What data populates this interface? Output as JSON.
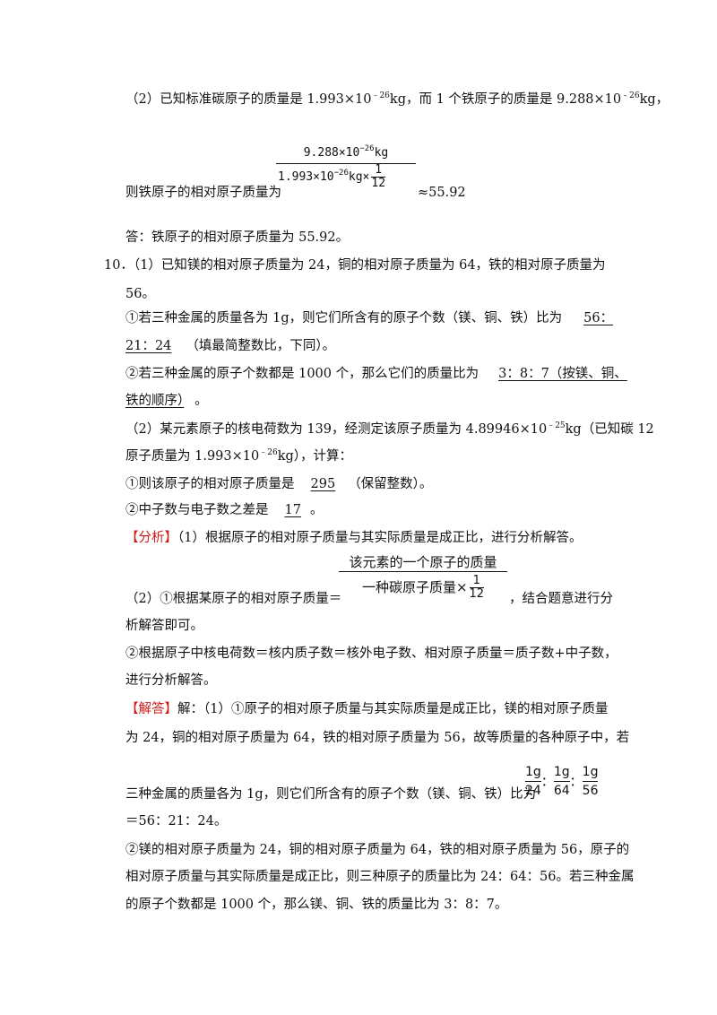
{
  "p2_given": {
    "prefix": "（2）已知标准碳原子的质量是 1.993×10",
    "exp1": "﹣26",
    "mid": "kg，而 1 个铁原子的质量是 9.288×10",
    "exp2": "﹣26",
    "suffix": "kg，"
  },
  "p2_formula": {
    "num_base": "9.288×10",
    "num_exp": "−26",
    "num_unit": "kg",
    "den_base": "1.993×10",
    "den_exp": "−26",
    "den_unit": "kg×",
    "den_frac_num": "1",
    "den_frac_den": "12",
    "lead": "则铁原子的相对原子质量为",
    "trail": "≈55.92"
  },
  "p2_answer": "答：铁原子的相对原子质量为 55.92。",
  "q10": {
    "line1": "10．（1）已知镁的相对原子质量为 24，铜的相对原子质量为 64，铁的相对原子质量为",
    "line2": "56。",
    "item1_text": "①若三种金属的质量各为 1g，则它们所含有的原子个数（镁、铜、铁）比为",
    "item1_ans_a": "56：",
    "item1_ans_b": "21：24",
    "item1_tail": "（填最简整数比，下同）。",
    "item2_text": "②若三种金属的原子个数都是 1000 个，那么它们的质量比为",
    "item2_ans_a": "3：8：7（按镁、铜、",
    "item2_ans_b": "铁的顺序）",
    "item2_tail": "。",
    "part2_line1_prefix": "（2）某元素原子的核电荷数为 139，经测定该原子质量为 4.89946×10",
    "part2_line1_exp": "﹣25",
    "part2_line1_suffix": "kg（已知碳 12",
    "part2_line2_prefix": "原子质量为 1.993×10",
    "part2_line2_exp": "﹣26",
    "part2_line2_suffix": "kg），计算：",
    "sub1_text": "①则该原子的相对原子质量是",
    "sub1_ans": "295",
    "sub1_tail": "（保留整数）。",
    "sub2_text": "②中子数与电子数之差是",
    "sub2_ans": "17",
    "sub2_tail": "。"
  },
  "analysis": {
    "tag": "【分析】",
    "line1": "（1）根据原子的相对原子质量与其实际质量是成正比，进行分析解答。",
    "frac_num": "该元素的一个原子的质量",
    "frac_den": "一种碳原子质量×",
    "frac_den_num": "1",
    "frac_den_den": "12",
    "line2_lead": "（2）①根据某原子的相对原子质量＝",
    "line2_trail": "，结合题意进行分",
    "line3": "析解答即可。",
    "line4": "②根据原子中核电荷数＝核内质子数＝核外电子数、相对原子质量＝质子数+中子数，",
    "line5": "进行分析解答。"
  },
  "solution": {
    "tag": "【解答】",
    "line1": "解：（1）①原子的相对原子质量与其实际质量是成正比，镁的相对原子质量",
    "line2": "为 24，铜的相对原子质量为 64，铁的相对原子质量为 56，故等质量的各种原子中，若",
    "line3_lead": "三种金属的质量各为 1g，则它们所含有的原子个数（镁、铜、铁）比为",
    "fr1_num": "1g",
    "fr1_den": "24",
    "fr2_num": "1g",
    "fr2_den": "64",
    "fr3_num": "1g",
    "fr3_den": "56",
    "sep": "：",
    "line4": "＝56：21：24。",
    "line5": "②镁的相对原子质量为 24，铜的相对原子质量为 64，铁的相对原子质量为 56，原子的",
    "line6": "相对原子质量与其实际质量是成正比，则三种原子的质量比为 24：64：56。若三种金属",
    "line7": "的原子个数都是 1000 个，那么镁、铜、铁的质量比为 3：8：7。"
  }
}
